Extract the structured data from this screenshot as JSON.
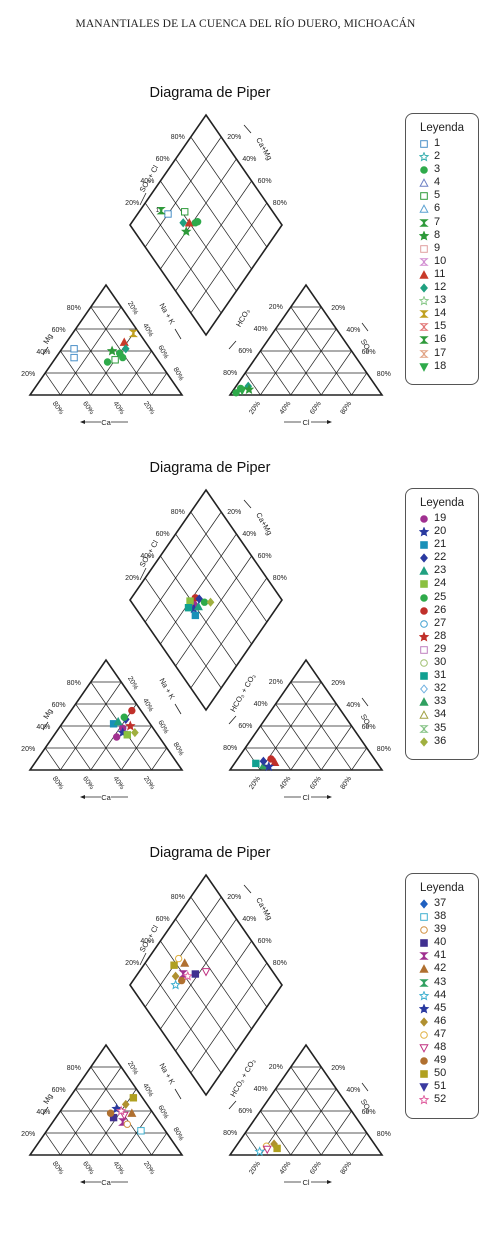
{
  "header": "MANANTIALES DE LA CUENCA DEL RÍO DUERO, MICHOACÁN",
  "colors": {
    "line": "#222222"
  },
  "axis_labels": {
    "so4_cl": "SO₄ + Cl",
    "ca_mg": "Ca+Mg",
    "na_k": "Na + K",
    "hco3_co3": "HCO₃ + CO₃",
    "hco3": "HCO₃",
    "mg": "Mg",
    "so4": "SO₄",
    "ca": "Ca",
    "cl": "Cl",
    "pct20": "20%",
    "pct40": "40%",
    "pct60": "60%",
    "pct80": "80%"
  },
  "panels": [
    {
      "title": "Diagrama de Piper",
      "anion_label": "HCO₃",
      "legend_title": "Leyenda",
      "legend": [
        {
          "label": "1",
          "marker": "square-open",
          "color": "#4a90c8"
        },
        {
          "label": "2",
          "marker": "star-open",
          "color": "#3ab0b0"
        },
        {
          "label": "3",
          "marker": "circle",
          "color": "#2eaa4a"
        },
        {
          "label": "4",
          "marker": "triangle-open",
          "color": "#6b7fc4"
        },
        {
          "label": "5",
          "marker": "square-open",
          "color": "#2e9a3a"
        },
        {
          "label": "6",
          "marker": "triangle-open",
          "color": "#5aa0d0"
        },
        {
          "label": "7",
          "marker": "hourglass",
          "color": "#2e9a3a"
        },
        {
          "label": "8",
          "marker": "star",
          "color": "#2e9a3a"
        },
        {
          "label": "9",
          "marker": "square-open",
          "color": "#e0a0a0"
        },
        {
          "label": "10",
          "marker": "hourglass-open",
          "color": "#d08ad0"
        },
        {
          "label": "11",
          "marker": "triangle",
          "color": "#c83a2a"
        },
        {
          "label": "12",
          "marker": "diamond",
          "color": "#20a080"
        },
        {
          "label": "13",
          "marker": "star-open",
          "color": "#8ac88a"
        },
        {
          "label": "14",
          "marker": "hourglass",
          "color": "#c0a020"
        },
        {
          "label": "15",
          "marker": "hourglass-open",
          "color": "#e07070"
        },
        {
          "label": "16",
          "marker": "hourglass",
          "color": "#2e9a3a"
        },
        {
          "label": "17",
          "marker": "hourglass-open",
          "color": "#e0a080"
        },
        {
          "label": "18",
          "marker": "triangle-down",
          "color": "#2eaa4a"
        }
      ],
      "points": [
        {
          "t": "tri",
          "l": 0,
          "a": 0.08,
          "b": 0.42,
          "m": "square-open",
          "c": "#4a90c8"
        },
        {
          "t": "tri",
          "l": 0,
          "a": 0.12,
          "b": 0.34,
          "m": "square-open",
          "c": "#4a90c8"
        },
        {
          "t": "tri",
          "l": 0,
          "a": 0.4,
          "b": 0.32,
          "m": "square-open",
          "c": "#2e9a3a"
        },
        {
          "t": "tri",
          "l": 0,
          "a": 0.36,
          "b": 0.3,
          "m": "circle",
          "c": "#2eaa4a"
        },
        {
          "t": "tri",
          "l": 0,
          "a": 0.44,
          "b": 0.34,
          "m": "circle",
          "c": "#2eaa4a"
        },
        {
          "t": "tri",
          "l": 0,
          "a": 0.4,
          "b": 0.38,
          "m": "circle",
          "c": "#2eaa4a"
        },
        {
          "t": "tri",
          "l": 0,
          "a": 0.38,
          "b": 0.48,
          "m": "triangle",
          "c": "#c83a2a"
        },
        {
          "t": "tri",
          "l": 0,
          "a": 0.4,
          "b": 0.56,
          "m": "hourglass",
          "c": "#c0a020"
        },
        {
          "t": "tri",
          "l": 0,
          "a": 0.42,
          "b": 0.42,
          "m": "diamond",
          "c": "#20a080"
        },
        {
          "t": "tri",
          "l": 0,
          "a": 0.34,
          "b": 0.4,
          "m": "star",
          "c": "#2e9a3a"
        },
        {
          "t": "tri",
          "l": 1,
          "a": 0.04,
          "b": 0.06,
          "m": "circle",
          "c": "#2eaa4a"
        },
        {
          "t": "tri",
          "l": 1,
          "a": 0.06,
          "b": 0.04,
          "m": "triangle-down",
          "c": "#2eaa4a"
        },
        {
          "t": "tri",
          "l": 1,
          "a": 0.08,
          "b": 0.08,
          "m": "diamond",
          "c": "#20a080"
        },
        {
          "t": "tri",
          "l": 1,
          "a": 0.1,
          "b": 0.05,
          "m": "star",
          "c": "#2e9a3a"
        },
        {
          "t": "tri",
          "l": 1,
          "a": 0.03,
          "b": 0.02,
          "m": "circle",
          "c": "#2eaa4a"
        },
        {
          "t": "dia",
          "u": 0.3,
          "v": 0.8,
          "m": "square-open",
          "c": "#4a90c8"
        },
        {
          "t": "dia",
          "u": 0.27,
          "v": 0.86,
          "m": "hourglass",
          "c": "#2e9a3a"
        },
        {
          "t": "dia",
          "u": 0.42,
          "v": 0.7,
          "m": "square-open",
          "c": "#2e9a3a"
        },
        {
          "t": "dia",
          "u": 0.36,
          "v": 0.66,
          "m": "diamond",
          "c": "#20a080"
        },
        {
          "t": "dia",
          "u": 0.4,
          "v": 0.62,
          "m": "triangle",
          "c": "#c83a2a"
        },
        {
          "t": "dia",
          "u": 0.44,
          "v": 0.58,
          "m": "circle",
          "c": "#2eaa4a"
        },
        {
          "t": "dia",
          "u": 0.46,
          "v": 0.57,
          "m": "circle",
          "c": "#2eaa4a"
        },
        {
          "t": "dia",
          "u": 0.34,
          "v": 0.6,
          "m": "star",
          "c": "#2e9a3a"
        }
      ],
      "point_labels": [
        {
          "t": "dia",
          "u": 0.24,
          "v": 0.88,
          "text": "1"
        }
      ]
    },
    {
      "title": "Diagrama de Piper",
      "anion_label": "HCO₃ + CO₃",
      "legend_title": "Leyenda",
      "legend": [
        {
          "label": "19",
          "marker": "circle",
          "color": "#a03090"
        },
        {
          "label": "20",
          "marker": "star",
          "color": "#2a3aa0"
        },
        {
          "label": "21",
          "marker": "square",
          "color": "#1a90b8"
        },
        {
          "label": "22",
          "marker": "diamond",
          "color": "#2a3aa0"
        },
        {
          "label": "23",
          "marker": "triangle",
          "color": "#20a080"
        },
        {
          "label": "24",
          "marker": "square",
          "color": "#8ac040"
        },
        {
          "label": "25",
          "marker": "circle",
          "color": "#2eaa4a"
        },
        {
          "label": "26",
          "marker": "circle",
          "color": "#c0302a"
        },
        {
          "label": "27",
          "marker": "circle-open",
          "color": "#40a0d0"
        },
        {
          "label": "28",
          "marker": "star",
          "color": "#c0302a"
        },
        {
          "label": "29",
          "marker": "square-open",
          "color": "#c080c0"
        },
        {
          "label": "30",
          "marker": "circle-open",
          "color": "#a0c070"
        },
        {
          "label": "31",
          "marker": "square",
          "color": "#10a090"
        },
        {
          "label": "32",
          "marker": "diamond-open",
          "color": "#70b0e0"
        },
        {
          "label": "33",
          "marker": "triangle",
          "color": "#30a060"
        },
        {
          "label": "34",
          "marker": "triangle-open",
          "color": "#a0a040"
        },
        {
          "label": "35",
          "marker": "hourglass-open",
          "color": "#80c080"
        },
        {
          "label": "36",
          "marker": "diamond",
          "color": "#a0b040"
        }
      ],
      "points": [
        {
          "t": "tri",
          "l": 0,
          "a": 0.42,
          "b": 0.38,
          "m": "circle",
          "c": "#a03090"
        },
        {
          "t": "tri",
          "l": 0,
          "a": 0.44,
          "b": 0.34,
          "m": "star",
          "c": "#2a3aa0"
        },
        {
          "t": "tri",
          "l": 0,
          "a": 0.34,
          "b": 0.42,
          "m": "square",
          "c": "#1a90b8"
        },
        {
          "t": "tri",
          "l": 0,
          "a": 0.4,
          "b": 0.46,
          "m": "diamond",
          "c": "#2a3aa0"
        },
        {
          "t": "tri",
          "l": 0,
          "a": 0.36,
          "b": 0.44,
          "m": "triangle",
          "c": "#20a080"
        },
        {
          "t": "tri",
          "l": 0,
          "a": 0.48,
          "b": 0.32,
          "m": "square",
          "c": "#8ac040"
        },
        {
          "t": "tri",
          "l": 0,
          "a": 0.38,
          "b": 0.48,
          "m": "circle",
          "c": "#2eaa4a"
        },
        {
          "t": "tri",
          "l": 0,
          "a": 0.4,
          "b": 0.54,
          "m": "circle",
          "c": "#c0302a"
        },
        {
          "t": "tri",
          "l": 0,
          "a": 0.46,
          "b": 0.4,
          "m": "star",
          "c": "#c0302a"
        },
        {
          "t": "tri",
          "l": 0,
          "a": 0.52,
          "b": 0.34,
          "m": "diamond",
          "c": "#a0b040"
        },
        {
          "t": "tri",
          "l": 0,
          "a": 0.42,
          "b": 0.3,
          "m": "circle",
          "c": "#a03090"
        },
        {
          "t": "tri",
          "l": 1,
          "a": 0.14,
          "b": 0.06,
          "m": "square",
          "c": "#10a090"
        },
        {
          "t": "tri",
          "l": 1,
          "a": 0.2,
          "b": 0.04,
          "m": "triangle",
          "c": "#30a060"
        },
        {
          "t": "tri",
          "l": 1,
          "a": 0.22,
          "b": 0.1,
          "m": "circle",
          "c": "#c0302a"
        },
        {
          "t": "tri",
          "l": 1,
          "a": 0.26,
          "b": 0.07,
          "m": "triangle",
          "c": "#c0302a"
        },
        {
          "t": "tri",
          "l": 1,
          "a": 0.24,
          "b": 0.03,
          "m": "star",
          "c": "#2a3aa0"
        },
        {
          "t": "tri",
          "l": 1,
          "a": 0.18,
          "b": 0.08,
          "m": "diamond",
          "c": "#2a3aa0"
        },
        {
          "t": "dia",
          "u": 0.4,
          "v": 0.56,
          "m": "circle",
          "c": "#a03090"
        },
        {
          "t": "dia",
          "u": 0.38,
          "v": 0.54,
          "m": "star",
          "c": "#2a3aa0"
        },
        {
          "t": "dia",
          "u": 0.36,
          "v": 0.5,
          "m": "square",
          "c": "#1a90b8"
        },
        {
          "t": "dia",
          "u": 0.42,
          "v": 0.52,
          "m": "triangle",
          "c": "#20a080"
        },
        {
          "t": "dia",
          "u": 0.44,
          "v": 0.58,
          "m": "circle",
          "c": "#c0302a"
        },
        {
          "t": "dia",
          "u": 0.46,
          "v": 0.55,
          "m": "diamond",
          "c": "#2a3aa0"
        },
        {
          "t": "dia",
          "u": 0.39,
          "v": 0.6,
          "m": "square",
          "c": "#8ac040"
        },
        {
          "t": "dia",
          "u": 0.48,
          "v": 0.5,
          "m": "circle",
          "c": "#2eaa4a"
        },
        {
          "t": "dia",
          "u": 0.52,
          "v": 0.46,
          "m": "diamond",
          "c": "#a0b040"
        },
        {
          "t": "dia",
          "u": 0.35,
          "v": 0.58,
          "m": "square",
          "c": "#10a090"
        }
      ],
      "point_labels": []
    },
    {
      "title": "Diagrama de Piper",
      "anion_label": "HCO₃ + CO₃",
      "legend_title": "Leyenda",
      "legend": [
        {
          "label": "37",
          "marker": "diamond",
          "color": "#2060c0"
        },
        {
          "label": "38",
          "marker": "square-open",
          "color": "#40b0d0"
        },
        {
          "label": "39",
          "marker": "circle-open",
          "color": "#d09040"
        },
        {
          "label": "40",
          "marker": "square",
          "color": "#403090"
        },
        {
          "label": "41",
          "marker": "hourglass",
          "color": "#a03090"
        },
        {
          "label": "42",
          "marker": "triangle",
          "color": "#b07030"
        },
        {
          "label": "43",
          "marker": "hourglass",
          "color": "#30a060"
        },
        {
          "label": "44",
          "marker": "star-open",
          "color": "#40b0d0"
        },
        {
          "label": "45",
          "marker": "star",
          "color": "#2a3aa0"
        },
        {
          "label": "46",
          "marker": "diamond",
          "color": "#b09030"
        },
        {
          "label": "47",
          "marker": "circle-open",
          "color": "#e0b040"
        },
        {
          "label": "48",
          "marker": "triangle-down-open",
          "color": "#c03080"
        },
        {
          "label": "49",
          "marker": "circle",
          "color": "#b07030"
        },
        {
          "label": "50",
          "marker": "square",
          "color": "#b0a020"
        },
        {
          "label": "51",
          "marker": "triangle-down",
          "color": "#3a3aa0"
        },
        {
          "label": "52",
          "marker": "star-open",
          "color": "#e060a0"
        }
      ],
      "points": [
        {
          "t": "tri",
          "l": 0,
          "a": 0.42,
          "b": 0.52,
          "m": "square",
          "c": "#b0a020"
        },
        {
          "t": "tri",
          "l": 0,
          "a": 0.4,
          "b": 0.46,
          "m": "diamond",
          "c": "#b09030"
        },
        {
          "t": "tri",
          "l": 0,
          "a": 0.36,
          "b": 0.42,
          "m": "star",
          "c": "#2a3aa0"
        },
        {
          "t": "tri",
          "l": 0,
          "a": 0.38,
          "b": 0.34,
          "m": "square",
          "c": "#403090"
        },
        {
          "t": "tri",
          "l": 0,
          "a": 0.46,
          "b": 0.3,
          "m": "hourglass",
          "c": "#a03090"
        },
        {
          "t": "tri",
          "l": 0,
          "a": 0.5,
          "b": 0.28,
          "m": "circle-open",
          "c": "#d09040"
        },
        {
          "t": "tri",
          "l": 0,
          "a": 0.62,
          "b": 0.22,
          "m": "square-open",
          "c": "#40b0d0"
        },
        {
          "t": "tri",
          "l": 0,
          "a": 0.44,
          "b": 0.36,
          "m": "triangle-down-open",
          "c": "#c03080"
        },
        {
          "t": "tri",
          "l": 0,
          "a": 0.4,
          "b": 0.4,
          "m": "star-open",
          "c": "#e060a0"
        },
        {
          "t": "tri",
          "l": 0,
          "a": 0.34,
          "b": 0.38,
          "m": "circle",
          "c": "#b07030"
        },
        {
          "t": "tri",
          "l": 0,
          "a": 0.48,
          "b": 0.38,
          "m": "triangle",
          "c": "#b07030"
        },
        {
          "t": "tri",
          "l": 1,
          "a": 0.2,
          "b": 0.08,
          "m": "circle-open",
          "c": "#e0b040"
        },
        {
          "t": "tri",
          "l": 1,
          "a": 0.24,
          "b": 0.1,
          "m": "diamond",
          "c": "#b09030"
        },
        {
          "t": "tri",
          "l": 1,
          "a": 0.18,
          "b": 0.03,
          "m": "star-open",
          "c": "#40b0d0"
        },
        {
          "t": "tri",
          "l": 1,
          "a": 0.28,
          "b": 0.06,
          "m": "square",
          "c": "#b0a020"
        },
        {
          "t": "tri",
          "l": 1,
          "a": 0.22,
          "b": 0.05,
          "m": "triangle-down-open",
          "c": "#c03080"
        },
        {
          "t": "dia",
          "u": 0.38,
          "v": 0.8,
          "m": "square",
          "c": "#b0a020"
        },
        {
          "t": "dia",
          "u": 0.44,
          "v": 0.8,
          "m": "circle-open",
          "c": "#e0b040"
        },
        {
          "t": "dia",
          "u": 0.34,
          "v": 0.74,
          "m": "diamond",
          "c": "#b09030"
        },
        {
          "t": "dia",
          "u": 0.4,
          "v": 0.7,
          "m": "hourglass",
          "c": "#a03090"
        },
        {
          "t": "dia",
          "u": 0.42,
          "v": 0.66,
          "m": "star-open",
          "c": "#e060a0"
        },
        {
          "t": "dia",
          "u": 0.3,
          "v": 0.7,
          "m": "star-open",
          "c": "#40b0d0"
        },
        {
          "t": "dia",
          "u": 0.48,
          "v": 0.62,
          "m": "square",
          "c": "#403090"
        },
        {
          "t": "dia",
          "u": 0.56,
          "v": 0.56,
          "m": "triangle-down-open",
          "c": "#c03080"
        },
        {
          "t": "dia",
          "u": 0.36,
          "v": 0.68,
          "m": "circle",
          "c": "#b07030"
        },
        {
          "t": "dia",
          "u": 0.46,
          "v": 0.74,
          "m": "triangle",
          "c": "#b07030"
        }
      ],
      "point_labels": []
    }
  ]
}
